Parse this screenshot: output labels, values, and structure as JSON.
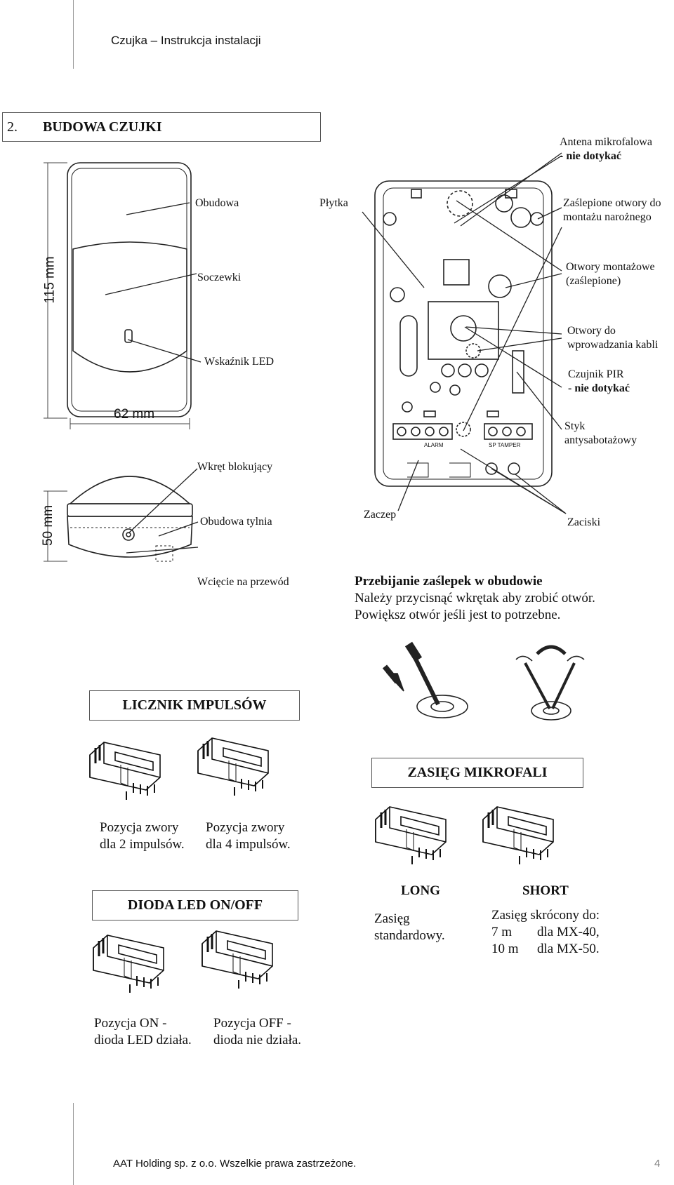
{
  "header": {
    "title": "Czujka – Instrukcja instalacji"
  },
  "section": {
    "number": "2.",
    "title": "BUDOWA CZUJKI"
  },
  "labels": {
    "antena_1": "Antena mikrofalowa",
    "antena_2": "- nie dotykać",
    "obudowa": "Obudowa",
    "plytka": "Płytka",
    "zaslepione_1": "Zaślepione otwory do",
    "zaslepione_2": "montażu narożnego",
    "soczewki": "Soczewki",
    "otwory_mont_1": "Otwory  montażowe",
    "otwory_mont_2": "(zaślepione)",
    "wskaznik": "Wskaźnik LED",
    "otwory_kabli_1": "Otwory  do",
    "otwory_kabli_2": "wprowadzania kabli",
    "pir_1": "Czujnik PIR",
    "pir_2": "- nie dotykać",
    "styk_1": "Styk",
    "styk_2": "antysabotażowy",
    "wkret": "Wkręt blokujący",
    "obudowa_tylnia": "Obudowa tylnia",
    "zaczep": "Zaczep",
    "zaciski": "Zaciski",
    "wciecie": "Wcięcie na przewód"
  },
  "dimensions": {
    "height_top": "115 mm",
    "width": "62 mm",
    "height_side": "50 mm"
  },
  "pcb_text": {
    "alarm": "ALARM",
    "tamper": "SP TAMPER"
  },
  "knockout": {
    "title": "Przebijanie zaślepek w obudowie",
    "line1": "Należy przycisnąć wkrętak aby zrobić otwór.",
    "line2": "Powiększ otwór jeśli jest to potrzebne."
  },
  "licznik": {
    "title": "LICZNIK IMPULSÓW",
    "pos1_line1": "Pozycja zwory",
    "pos1_line2": "dla 2 impulsów.",
    "pos2_line1": "Pozycja zwory",
    "pos2_line2": "dla 4 impulsów."
  },
  "zasieg": {
    "title": "ZASIĘG MIKROFALI",
    "long": "LONG",
    "short": "SHORT",
    "long_line1": "Zasięg",
    "long_line2": "standardowy.",
    "short_line1": "Zasięg skrócony do:",
    "short_row1_a": "7 m",
    "short_row1_b": "dla MX-40,",
    "short_row2_a": "10 m",
    "short_row2_b": "dla MX-50."
  },
  "dioda": {
    "title": "DIODA LED ON/OFF",
    "on_line1": "Pozycja ON  -",
    "on_line2": "dioda LED działa.",
    "off_line1": "Pozycja OFF -",
    "off_line2": "dioda nie działa."
  },
  "footer": {
    "text": "AAT Holding sp. z o.o.  Wszelkie prawa zastrzeżone.",
    "page": "4"
  },
  "colors": {
    "page_number": "#7f7f7f",
    "line": "#222222"
  }
}
